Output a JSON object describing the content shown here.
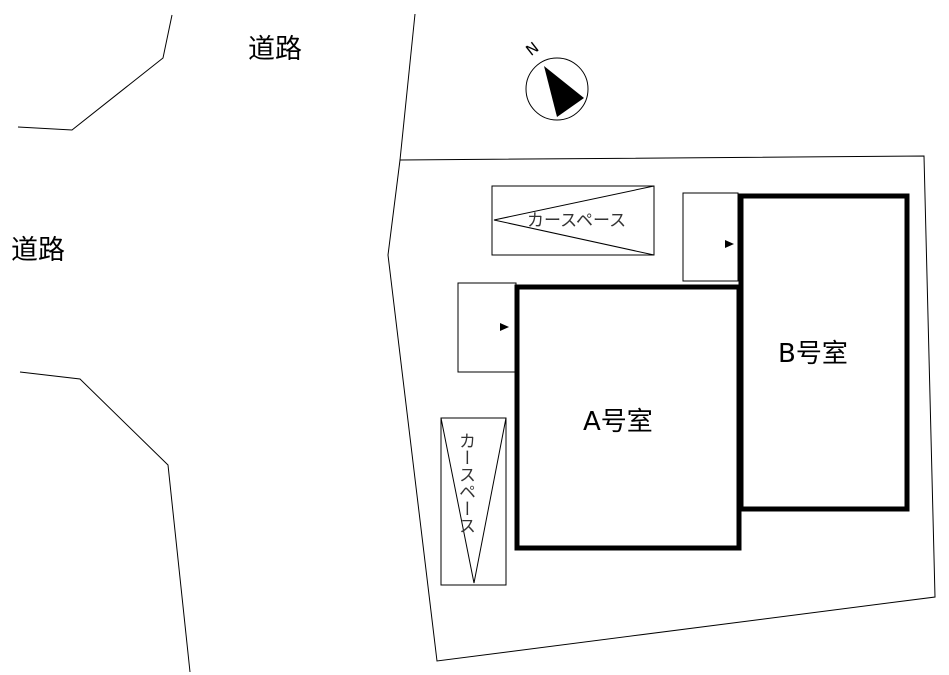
{
  "roads": {
    "top_label": "道路",
    "left_label": "道路"
  },
  "compass": {
    "north_label": "N",
    "icon": "north-arrow"
  },
  "rooms": {
    "a_label": "A号室",
    "b_label": "B号室"
  },
  "car_spaces": {
    "top_label": "カースペース",
    "left_label": "カースペース"
  },
  "entrances": {
    "icon": "entrance-arrow-icon"
  }
}
